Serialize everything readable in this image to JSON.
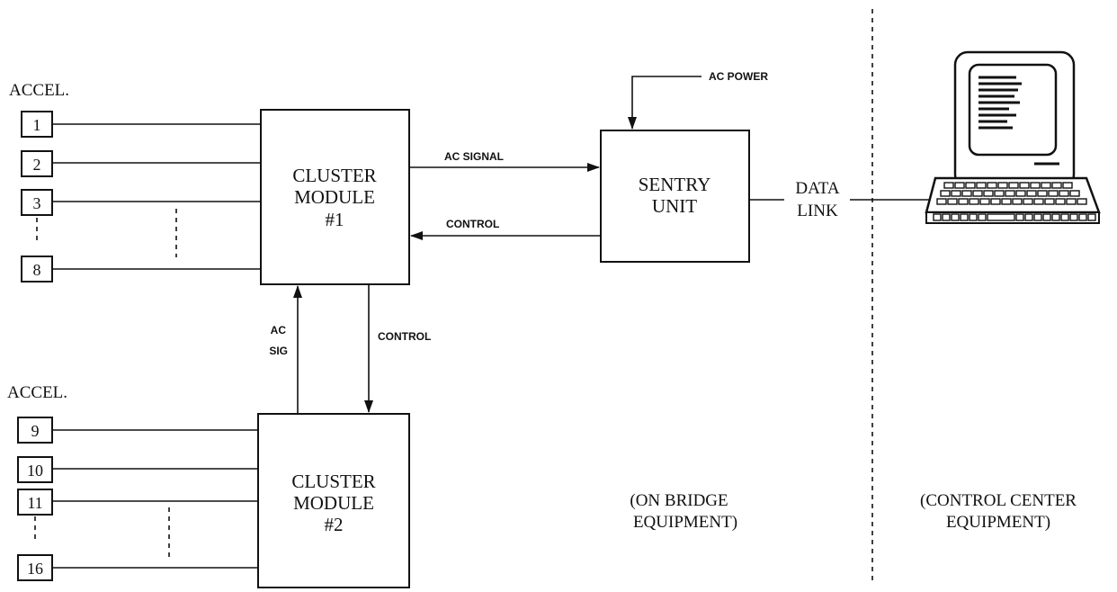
{
  "accel_group_1": {
    "heading": "ACCEL.",
    "sensors": [
      "1",
      "2",
      "3",
      "8"
    ]
  },
  "accel_group_2": {
    "heading": "ACCEL.",
    "sensors": [
      "9",
      "10",
      "11",
      "16"
    ]
  },
  "cluster_module_1": {
    "line1": "CLUSTER",
    "line2": "MODULE",
    "line3": "#1"
  },
  "cluster_module_2": {
    "line1": "CLUSTER",
    "line2": "MODULE",
    "line3": "#2"
  },
  "sentry_unit": {
    "line1": "SENTRY",
    "line2": "UNIT"
  },
  "signals": {
    "ac_power": "AC POWER",
    "ac_signal": "AC SIGNAL",
    "control_top": "CONTROL",
    "control_vertical": "CONTROL",
    "ac_sig_line1": "AC",
    "ac_sig_line2": "SIG"
  },
  "data_link": {
    "line1": "DATA",
    "line2": "LINK"
  },
  "regions": {
    "bridge_line1": "(ON BRIDGE",
    "bridge_line2": "EQUIPMENT)",
    "control_center_line1": "(CONTROL CENTER",
    "control_center_line2": "EQUIPMENT)"
  },
  "icons": {
    "computer": "computer-terminal-icon"
  }
}
